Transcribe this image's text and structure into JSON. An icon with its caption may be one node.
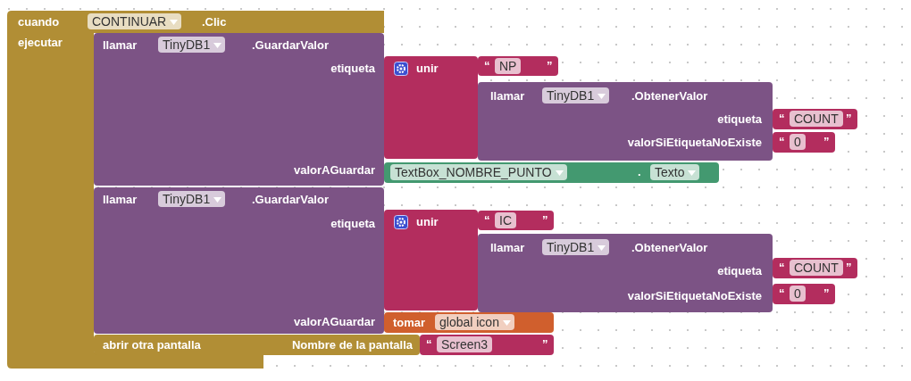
{
  "diagram": {
    "nodes": [
      {
        "text": [
          "cuando",
          "CONTINUAR",
          ".Clic",
          "ejecutar"
        ]
      },
      {
        "text": [
          "llamar",
          "TinyDB1",
          ".GuardarValor",
          "etiqueta",
          "valorAGuardar"
        ],
        "in": 0
      },
      {
        "text": [
          "unir"
        ]
      },
      {
        "text": [
          "“",
          "NP",
          "”"
        ]
      },
      {
        "text": [
          "llamar",
          "TinyDB1",
          ".ObtenerValor",
          "etiqueta",
          "valorSiEtiquetaNoExiste"
        ]
      },
      {
        "text": [
          "“",
          "COUNT",
          "”"
        ]
      },
      {
        "text": [
          "“",
          "0",
          "”"
        ]
      },
      {
        "text": [
          "TextBox_NOMBRE_PUNTO",
          ".",
          "Texto"
        ]
      },
      {
        "text": [
          "llamar",
          "TinyDB1",
          ".GuardarValor",
          "etiqueta",
          "valorAGuardar"
        ],
        "in": 0
      },
      {
        "text": [
          "unir"
        ]
      },
      {
        "text": [
          "“",
          "IC",
          "”"
        ]
      },
      {
        "text": [
          "llamar",
          "TinyDB1",
          ".ObtenerValor",
          "etiqueta",
          "valorSiEtiquetaNoExiste"
        ]
      },
      {
        "text": [
          "“",
          "COUNT",
          "”"
        ]
      },
      {
        "text": [
          "“",
          "0",
          "”"
        ]
      },
      {
        "text": [
          "tomar",
          "global icon"
        ]
      },
      {
        "text": [
          "abrir otra pantalla",
          "Nombre de la pantalla"
        ]
      },
      {
        "text": [
          "“",
          "Screen3",
          "”"
        ]
      }
    ]
  }
}
